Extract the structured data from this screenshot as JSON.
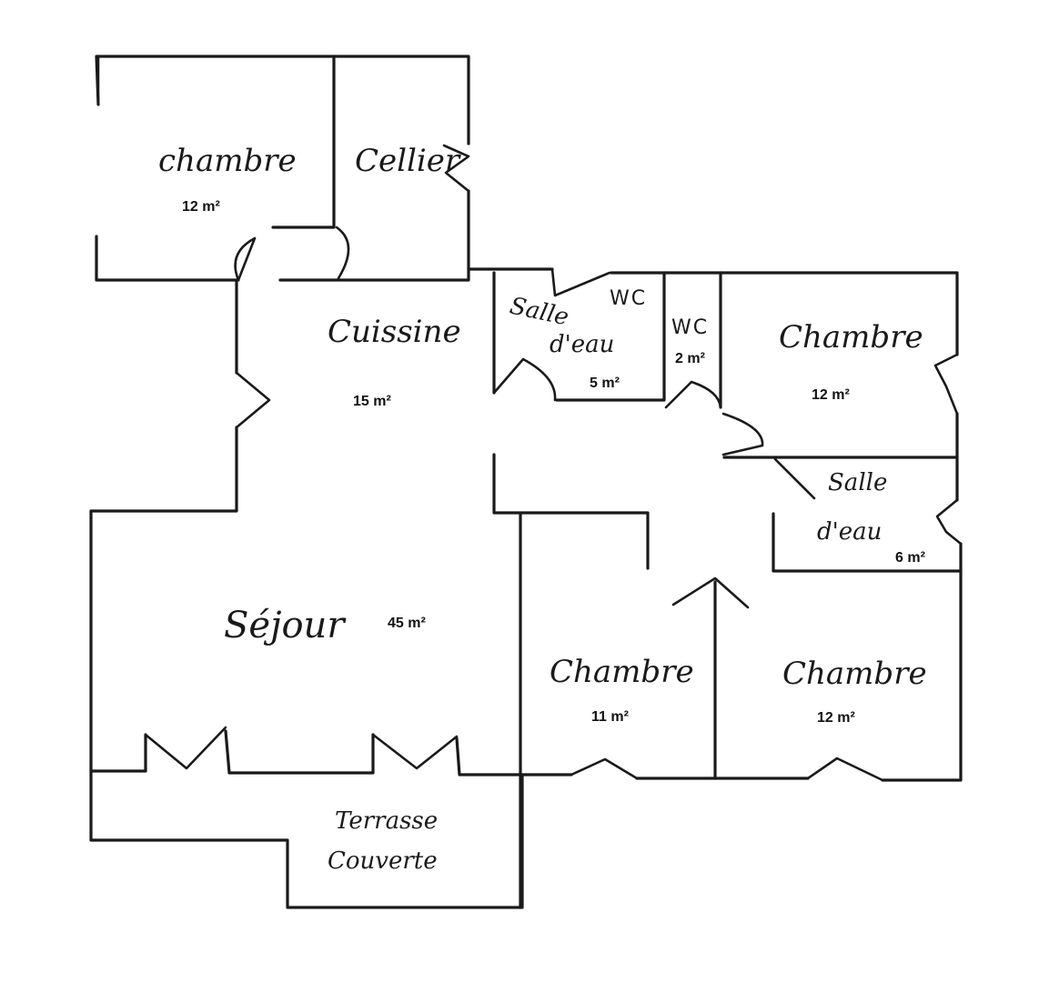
{
  "rooms": {
    "chambre_nw": {
      "name": "chambre",
      "area": "12 m²"
    },
    "cellier": {
      "name": "Cellier"
    },
    "cuisine": {
      "name": "Cuissine",
      "area": "15 m²"
    },
    "salle_eau_1": {
      "name_line1": "Salle",
      "name_line2": "d'eau",
      "area": "5 m²"
    },
    "wc_1": {
      "name": "WC"
    },
    "wc_2": {
      "name": "WC",
      "area": "2 m²"
    },
    "chambre_ne": {
      "name": "Chambre",
      "area": "12 m²"
    },
    "salle_eau_2": {
      "name_line1": "Salle",
      "name_line2": "d'eau",
      "area": "6 m²"
    },
    "sejour": {
      "name": "Séjour",
      "area": "45 m²"
    },
    "chambre_sc": {
      "name": "Chambre",
      "area": "11 m²"
    },
    "chambre_se": {
      "name": "Chambre",
      "area": "12 m²"
    },
    "terrasse": {
      "name_line1": "Terrasse",
      "name_line2": "Couverte"
    }
  }
}
